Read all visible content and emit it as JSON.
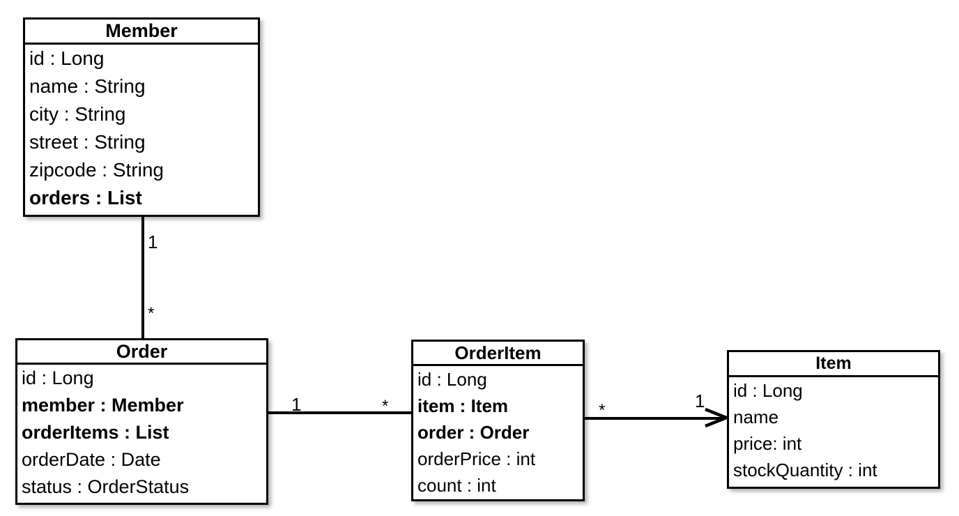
{
  "diagram": {
    "type": "uml-class-diagram",
    "background_color": "#ffffff",
    "line_color": "#000000",
    "classes": [
      {
        "id": "member",
        "name": "Member",
        "attributes": [
          {
            "text": "id : Long",
            "bold": false
          },
          {
            "text": "name : String",
            "bold": false
          },
          {
            "text": "city : String",
            "bold": false
          },
          {
            "text": "street : String",
            "bold": false
          },
          {
            "text": "zipcode : String",
            "bold": false
          },
          {
            "text": "orders : List",
            "bold": true
          }
        ]
      },
      {
        "id": "order",
        "name": "Order",
        "attributes": [
          {
            "text": "id : Long",
            "bold": false
          },
          {
            "text": "member : Member",
            "bold": true
          },
          {
            "text": "orderItems : List",
            "bold": true
          },
          {
            "text": "orderDate : Date",
            "bold": false
          },
          {
            "text": "status : OrderStatus",
            "bold": false
          }
        ]
      },
      {
        "id": "orderitem",
        "name": "OrderItem",
        "attributes": [
          {
            "text": "id : Long",
            "bold": false
          },
          {
            "text": "item : Item",
            "bold": true
          },
          {
            "text": "order : Order",
            "bold": true
          },
          {
            "text": "orderPrice : int",
            "bold": false
          },
          {
            "text": "count : int",
            "bold": false
          }
        ]
      },
      {
        "id": "item",
        "name": "Item",
        "attributes": [
          {
            "text": "id : Long",
            "bold": false
          },
          {
            "text": "name",
            "bold": false
          },
          {
            "text": "price: int",
            "bold": false
          },
          {
            "text": "stockQuantity : int",
            "bold": false
          }
        ]
      }
    ],
    "associations": [
      {
        "id": "member-order",
        "from": "Member",
        "to": "Order",
        "orientation": "vertical",
        "arrow": "none",
        "from_multiplicity": "1",
        "to_multiplicity": "*"
      },
      {
        "id": "order-orderitem",
        "from": "Order",
        "to": "OrderItem",
        "orientation": "horizontal",
        "arrow": "none",
        "from_multiplicity": "1",
        "to_multiplicity": "*"
      },
      {
        "id": "orderitem-item",
        "from": "OrderItem",
        "to": "Item",
        "orientation": "horizontal",
        "arrow": "open-right",
        "from_multiplicity": "*",
        "to_multiplicity": "1"
      }
    ]
  }
}
